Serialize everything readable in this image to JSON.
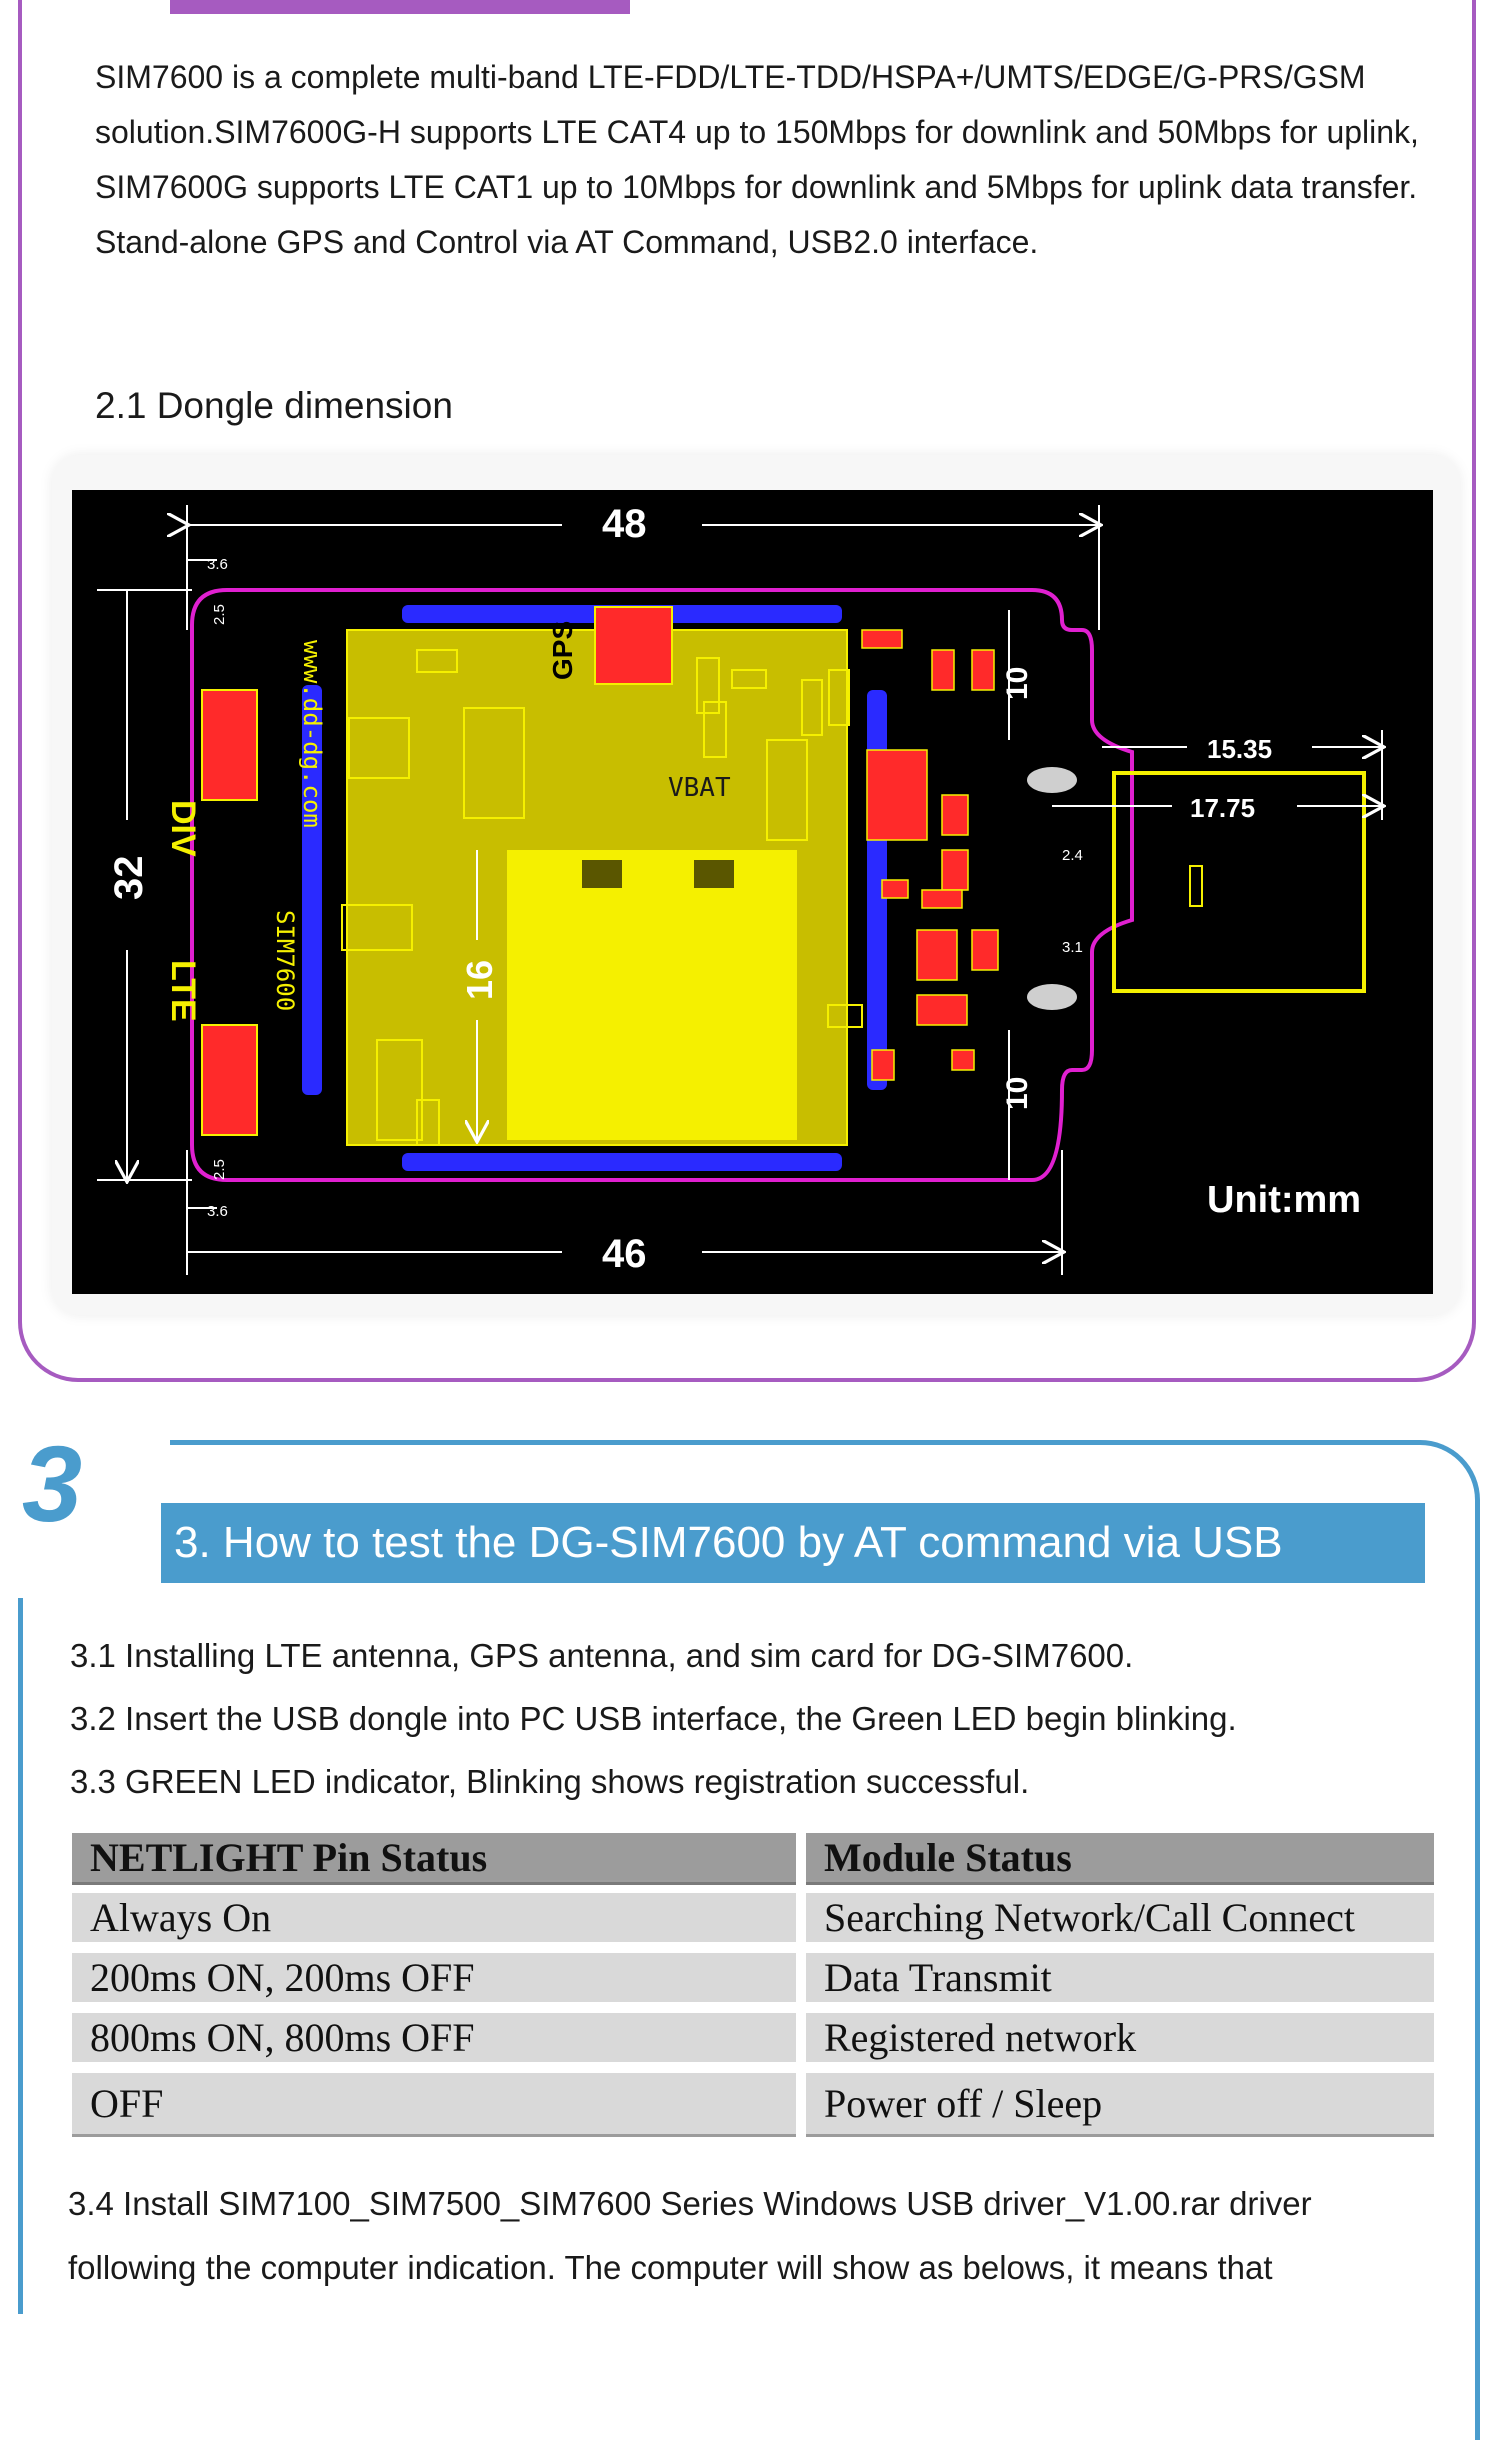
{
  "section2": {
    "intro": "SIM7600 is a complete multi-band LTE-FDD/LTE-TDD/HSPA+/UMTS/EDGE/G-PRS/GSM solution.SIM7600G-H supports LTE CAT4 up to 150Mbps for downlink and 50Mbps for uplink, SIM7600G supports LTE CAT1 up to 10Mbps for downlink and 5Mbps for uplink data transfer. Stand-alone GPS and Control via AT Command, USB2.0 interface.",
    "subheading": "2.1 Dongle dimension",
    "diagram": {
      "dim_top_width": "48",
      "dim_bottom_width": "46",
      "dim_height": "32",
      "dim_module": "16",
      "dim_usb_1": "15.35",
      "dim_usb_2": "17.75",
      "dim_small_1": "3.6",
      "dim_small_2": "3.6",
      "dim_small_3": "2.5",
      "dim_small_4": "2.5",
      "dim_right_top": "10",
      "dim_right_bottom": "10",
      "dim_gap_1": "2.4",
      "dim_gap_2": "3.1",
      "label_gps": "GPS",
      "label_vbat": "VBAT",
      "label_div": "DIV",
      "label_lte": "LTE",
      "label_unit": "Unit:mm",
      "silk_1": "SIM7600",
      "silk_2": "www.dd-dg.com"
    }
  },
  "section3": {
    "number": "3",
    "title": "3. How to test the DG-SIM7600 by AT command via USB",
    "steps": [
      "3.1 Installing LTE antenna, GPS antenna, and sim card for DG-SIM7600.",
      "3.2 Insert the USB dongle into PC USB interface, the Green LED begin  blinking.",
      "3.3 GREEN LED indicator, Blinking shows registration successful."
    ],
    "table": {
      "headers": [
        "NETLIGHT Pin Status",
        "Module Status"
      ],
      "rows": [
        [
          "Always On",
          "Searching Network/Call Connect"
        ],
        [
          "200ms ON, 200ms OFF",
          "Data Transmit"
        ],
        [
          "800ms ON, 800ms OFF",
          "Registered network"
        ],
        [
          "OFF",
          "Power off / Sleep"
        ]
      ]
    },
    "step4": "3.4 Install SIM7100_SIM7500_SIM7600 Series Windows USB driver_V1.00.rar driver following the computer indication. The computer will show as belows, it means that"
  },
  "colors": {
    "purple": "#a65bc0",
    "blue": "#4a9ccd",
    "pcb_yellow": "#f5f000",
    "pcb_magenta": "#e020d0"
  }
}
